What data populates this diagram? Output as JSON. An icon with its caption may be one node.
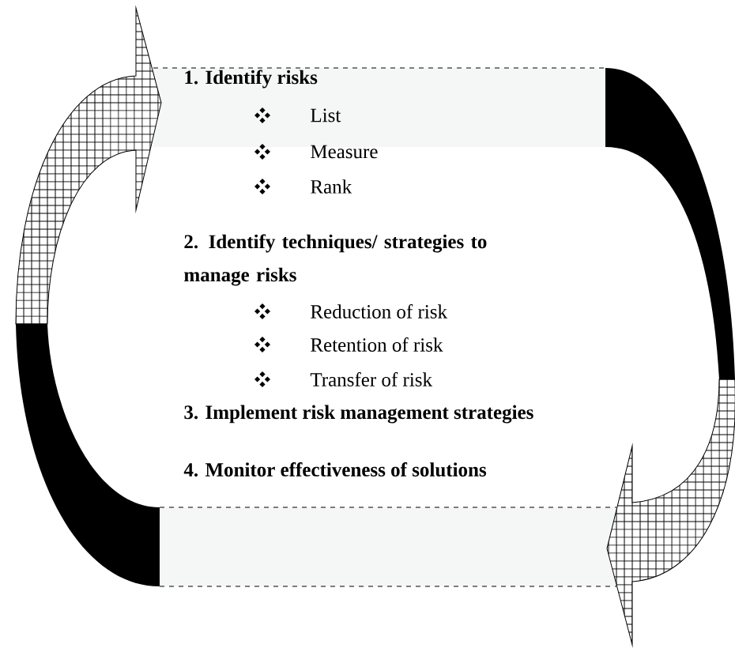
{
  "diagram": {
    "labels": [
      "1. Identify risks",
      "List",
      "Measure",
      "Rank",
      "2. Identify techniques/ strategies to manage risks",
      "Reduction of risk",
      "Retention of risk",
      "Transfer of risk",
      "3. Implement risk management strategies",
      "4. Monitor effectiveness of solutions"
    ]
  }
}
